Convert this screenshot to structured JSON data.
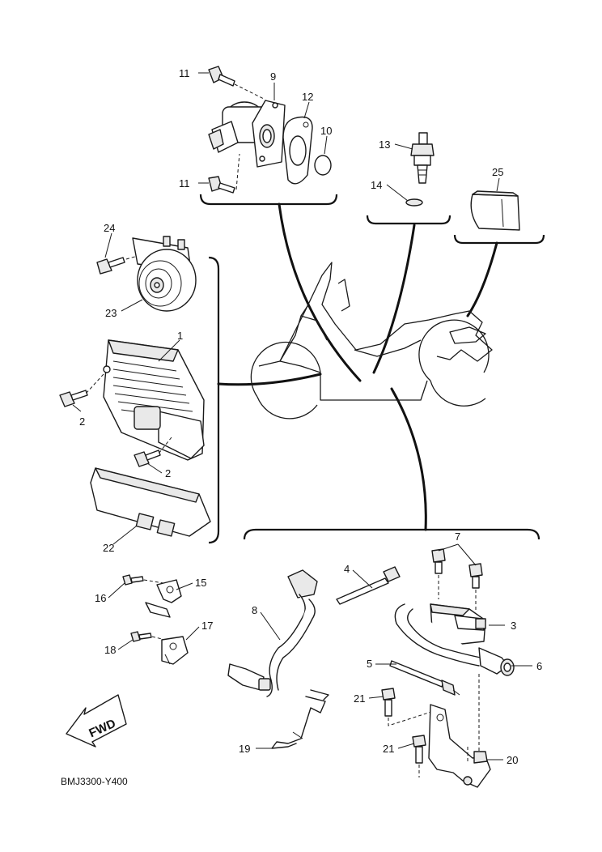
{
  "diagram_code": "BMJ3300-Y400",
  "direction_label": "FWD",
  "callouts": {
    "c1": "1",
    "c2a": "2",
    "c2b": "2",
    "c3": "3",
    "c4": "4",
    "c5": "5",
    "c6": "6",
    "c7": "7",
    "c8": "8",
    "c9": "9",
    "c10": "10",
    "c11a": "11",
    "c11b": "11",
    "c12": "12",
    "c13": "13",
    "c14": "14",
    "c15": "15",
    "c16": "16",
    "c17": "17",
    "c18": "18",
    "c19": "19",
    "c20": "20",
    "c21a": "21",
    "c21b": "21",
    "c22": "22",
    "c23": "23",
    "c24": "24",
    "c25": "25"
  }
}
